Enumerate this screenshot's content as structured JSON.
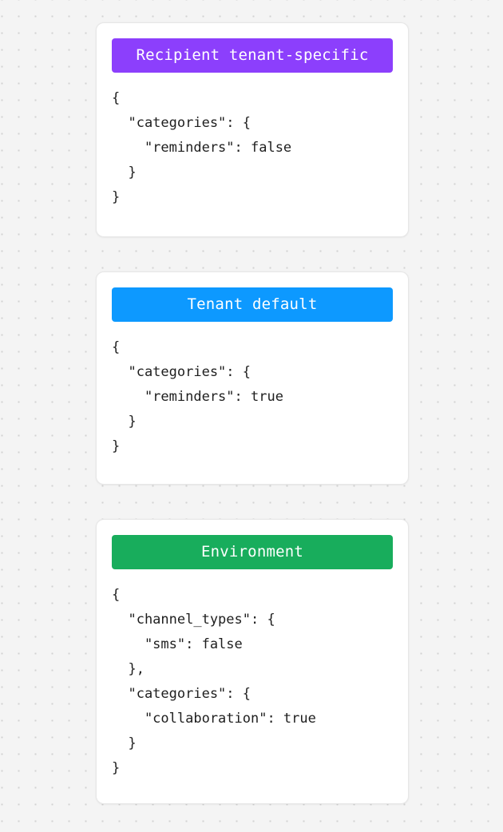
{
  "page": {
    "background_color": "#f4f4f4",
    "dot_color": "#d2d2d2",
    "card_background": "#ffffff",
    "card_border_color": "#e7e7e7",
    "code_text_color": "#1e1e1e"
  },
  "cards": [
    {
      "title": "Recipient tenant-specific",
      "accent_color": "#8c3ffc",
      "code": "{\n  \"categories\": {\n    \"reminders\": false\n  }\n}"
    },
    {
      "title": "Tenant default",
      "accent_color": "#0d99ff",
      "code": "{\n  \"categories\": {\n    \"reminders\": true\n  }\n}"
    },
    {
      "title": "Environment",
      "accent_color": "#18ad5c",
      "code": "{\n  \"channel_types\": {\n    \"sms\": false\n  },\n  \"categories\": {\n    \"collaboration\": true\n  }\n}"
    }
  ]
}
